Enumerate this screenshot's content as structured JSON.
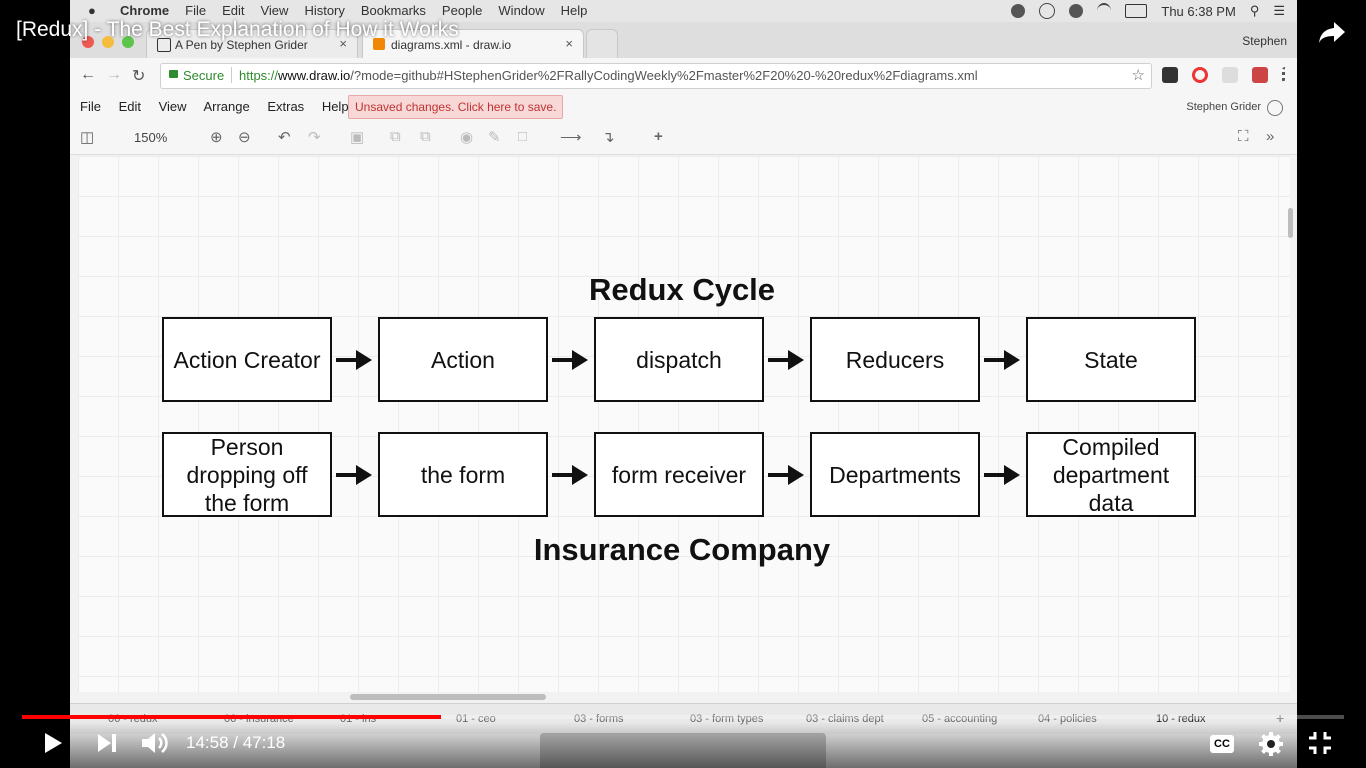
{
  "youtube": {
    "video_title": "[Redux] - The Best Explanation of How it Works",
    "time_current": "14:58",
    "time_total": "47:18",
    "progress_fraction": 0.317,
    "cc_label": "CC"
  },
  "mac_menubar": {
    "app": "Chrome",
    "menus": [
      "File",
      "Edit",
      "View",
      "History",
      "Bookmarks",
      "People",
      "Window",
      "Help"
    ],
    "clock": "Thu 6:38 PM"
  },
  "browser": {
    "tabs": [
      {
        "label": "A Pen by Stephen Grider",
        "active": false
      },
      {
        "label": "diagrams.xml - draw.io",
        "active": true
      }
    ],
    "profile": "Stephen",
    "secure_label": "Secure",
    "url_prefix": "https://",
    "url_host": "www.draw.io",
    "url_rest": "/?mode=github#HStephenGrider%2FRallyCodingWeekly%2Fmaster%2F20%20-%20redux%2Fdiagrams.xml"
  },
  "drawio": {
    "menus": [
      "File",
      "Edit",
      "View",
      "Arrange",
      "Extras",
      "Help"
    ],
    "unsaved_notice": "Unsaved changes. Click here to save.",
    "user": "Stephen Grider",
    "zoom": "150%"
  },
  "diagram": {
    "title_top": "Redux Cycle",
    "row1": [
      "Action Creator",
      "Action",
      "dispatch",
      "Reducers",
      "State"
    ],
    "row2": [
      "Person dropping off the form",
      "the form",
      "form receiver",
      "Departments",
      "Compiled department data"
    ],
    "title_bottom": "Insurance Company"
  },
  "pages": [
    "06 - redux",
    "06 - insurance",
    "01 - ins",
    "01 - ceo",
    "03 - forms",
    "03 - form types",
    "03 - claims dept",
    "05 - accounting",
    "04 - policies",
    "10 - redux"
  ]
}
